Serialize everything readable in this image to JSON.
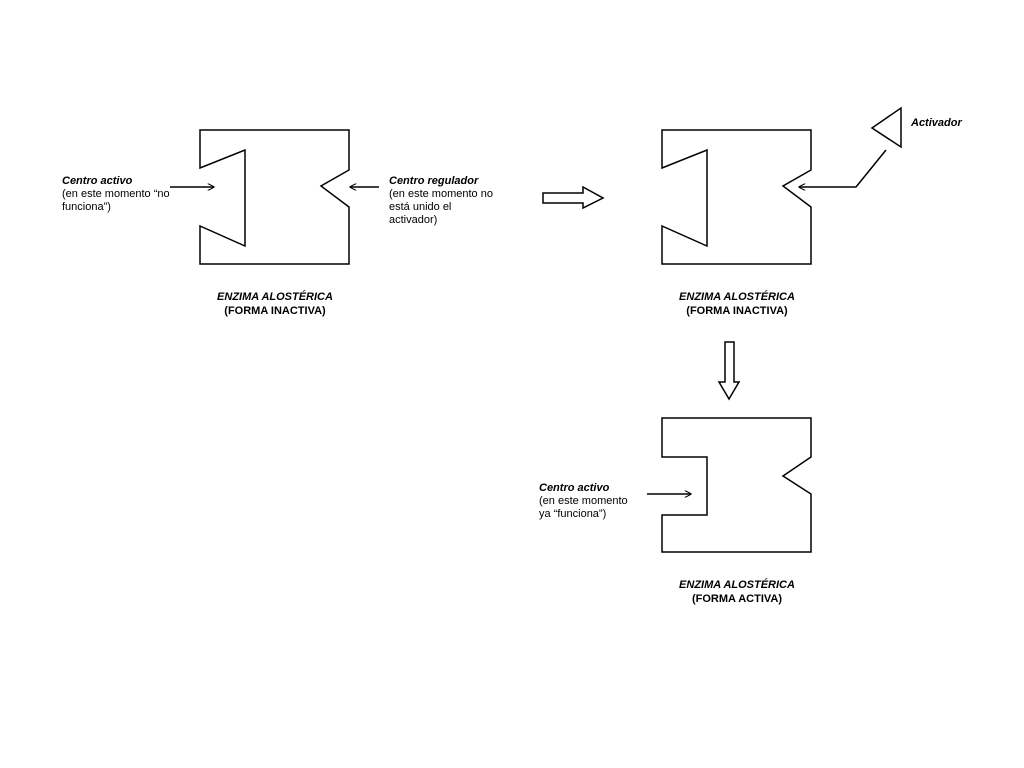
{
  "labels": {
    "activador": "Activador",
    "centro_activo_inactive": {
      "title": "Centro activo",
      "desc_line1": "(en este momento “no",
      "desc_line2": "funciona”)"
    },
    "centro_regulador": {
      "title": "Centro regulador",
      "desc_line1": "(en este momento no",
      "desc_line2": "está unido el",
      "desc_line3": "activador)"
    },
    "centro_activo_active": {
      "title": "Centro activo",
      "desc_line1": "(en este momento",
      "desc_line2": "ya  “funciona”)"
    }
  },
  "captions": {
    "enzyme_1": {
      "title": "ENZIMA ALOSTÉRICA",
      "state": "(FORMA INACTIVA)"
    },
    "enzyme_2": {
      "title": "ENZIMA ALOSTÉRICA",
      "state": "(FORMA INACTIVA)"
    },
    "enzyme_3": {
      "title": "ENZIMA ALOSTÉRICA",
      "state": "(FORMA ACTIVA)"
    }
  }
}
